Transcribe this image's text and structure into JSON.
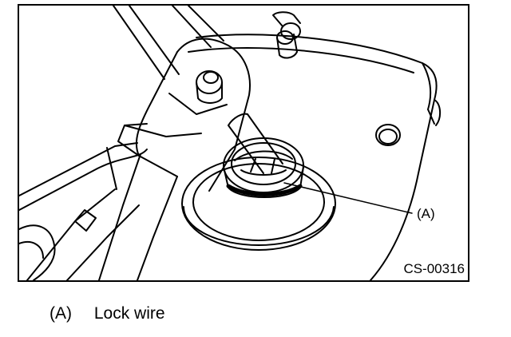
{
  "figure": {
    "callout": "(A)",
    "code": "CS-00316"
  },
  "legend": {
    "items": [
      {
        "key": "(A)",
        "label": "Lock wire"
      }
    ]
  }
}
